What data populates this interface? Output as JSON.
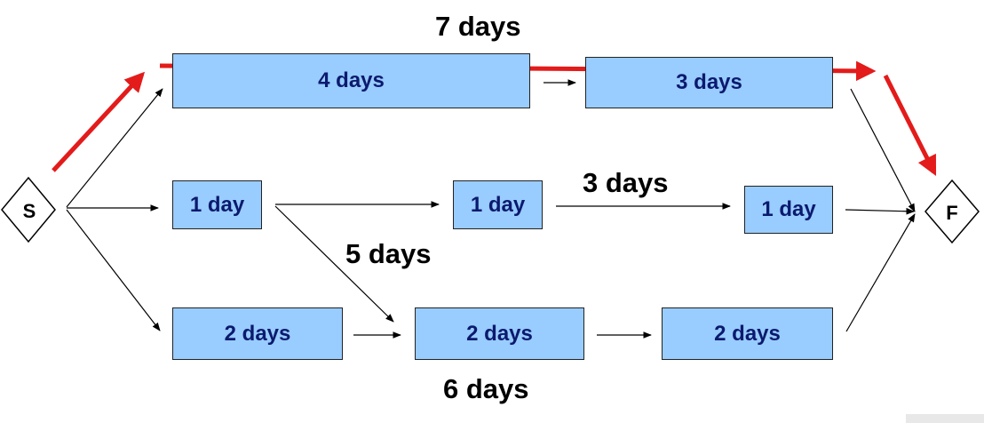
{
  "nodes": {
    "start": "S",
    "finish": "F"
  },
  "tasks": {
    "top_a": "4 days",
    "top_b": "3 days",
    "mid_a": "1 day",
    "mid_b": "1 day",
    "mid_c": "1 day",
    "bot_a": "2 days",
    "bot_b": "2 days",
    "bot_c": "2 days"
  },
  "path_totals": {
    "top": "7 days",
    "middle": "3 days",
    "cross": "5 days",
    "bottom": "6 days"
  },
  "colors": {
    "task_fill": "#99ccff",
    "task_text": "#0b1a6e",
    "critical_path": "#e31b1b"
  }
}
